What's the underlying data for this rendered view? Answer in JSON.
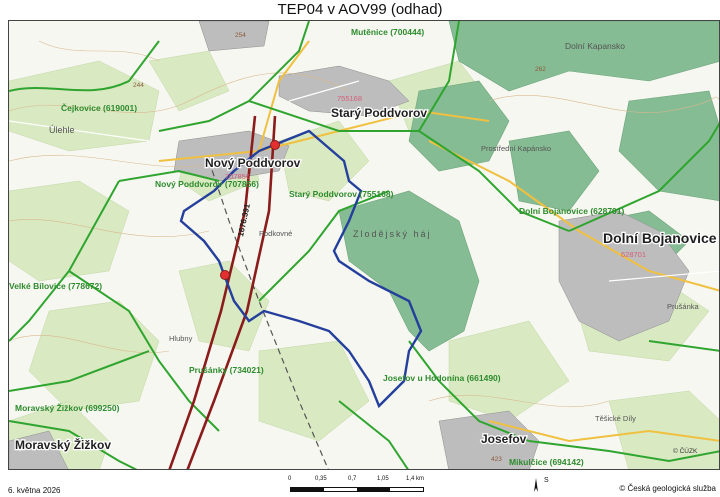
{
  "title": "TEP04 v AOV99 (odhad)",
  "footer": {
    "date": "6. května 2026",
    "credit": "© Česká geologická služba",
    "scale_ticks": [
      "0",
      "0,35",
      "0,7",
      "1,05",
      "1,4 km"
    ],
    "north_label": "S"
  },
  "map": {
    "municipality_labels": [
      "Mutěnice (700444)",
      "Čejkovice (619001)",
      "Nový Poddvorov (707856)",
      "Starý Poddvorov (755168)",
      "Dolní Bojanovice (628701)",
      "Velké Bílovice (778672)",
      "Prušánky (734021)",
      "Josefov u Hodonína (661490)",
      "Moravský Žižkov (699250)",
      "Mikulčice (694142)"
    ],
    "town_labels": [
      "Starý Poddvorov",
      "Nový Poddvorov",
      "Dolní Bojanovice",
      "Moravský Žižkov",
      "Josefov"
    ],
    "place_labels": [
      "Dolní Kapansko",
      "Prostřední Kapánsko",
      "Zlodějský háj",
      "Úlehle",
      "Podkovné",
      "Hlubny",
      "Těšické Díly",
      "Prušánka"
    ],
    "codes": [
      "755168",
      "628701",
      "707856"
    ],
    "elevations": [
      "244",
      "254",
      "262",
      "423"
    ],
    "line_label": "1676.391",
    "copyright_mark": "© ČÚZK"
  },
  "colors": {
    "boundary_green": "#2fa52f",
    "area_outline_blue": "#243f9c",
    "pipeline_darkred": "#8b1c1c",
    "forest_green": "#7fb88e",
    "meadow": "#d7e8bf",
    "field_white": "#f7f8f2",
    "settlement": "#b4b4b4",
    "town_label": "#202020",
    "muni_label": "#2e8b2e",
    "code_pink": "#d4607a"
  }
}
